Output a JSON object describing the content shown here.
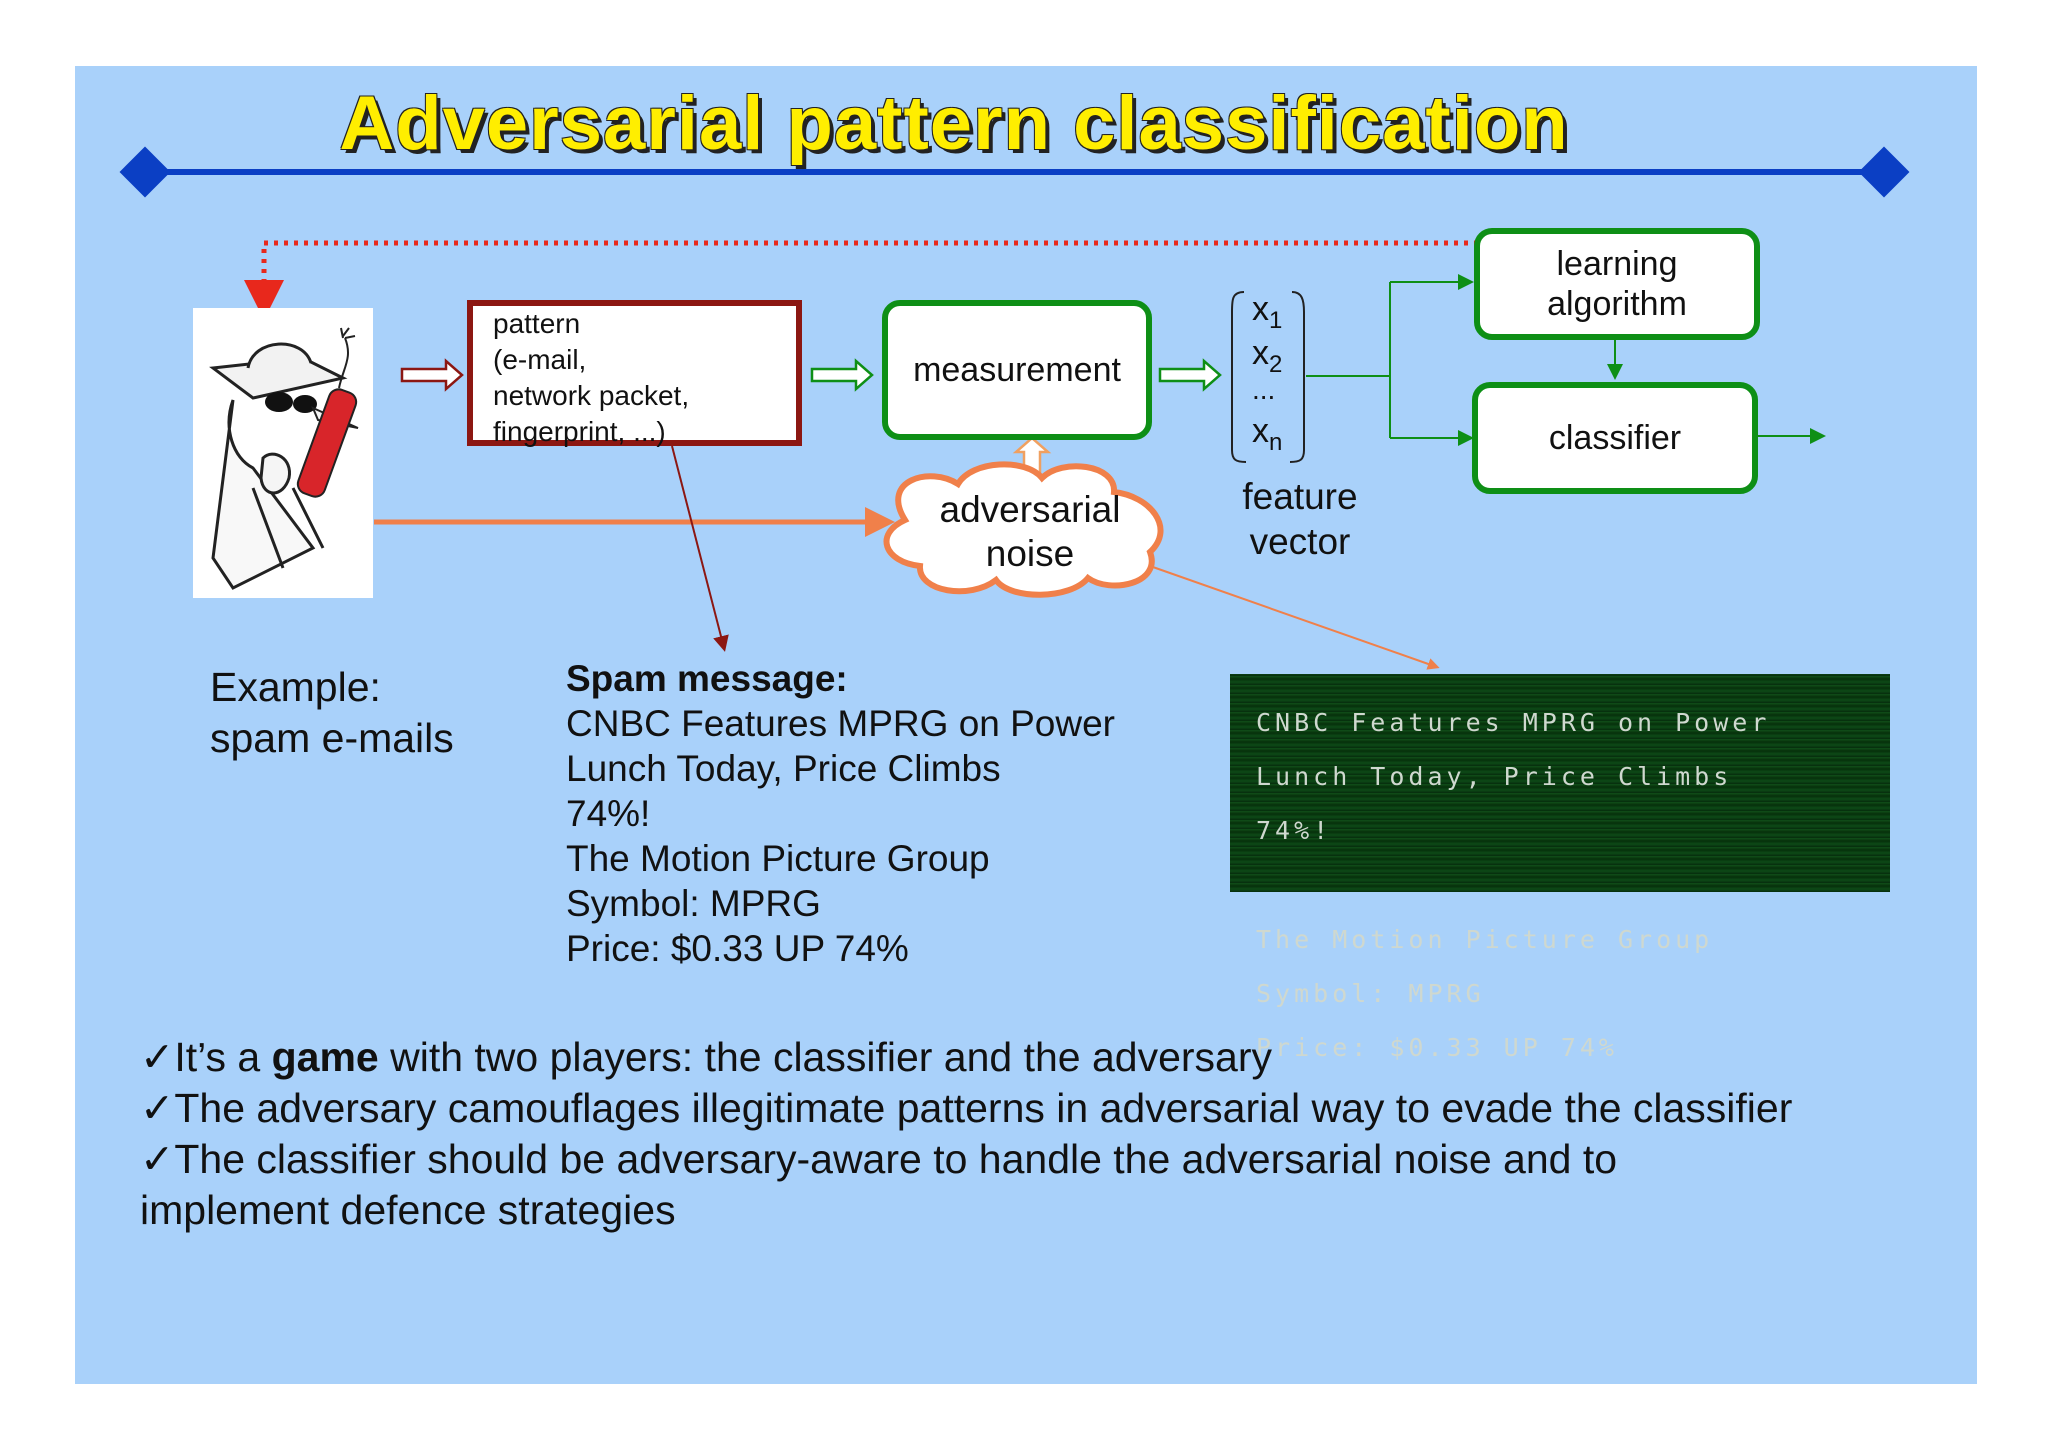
{
  "slide": {
    "title": "Adversarial pattern classification",
    "colors": {
      "background": "#a9d1fa",
      "title": "#ffee00",
      "rule": "#0b3fc4",
      "green_box": "#0e8f16",
      "red_box": "#8c1712",
      "attack_arrow": "#f0804a",
      "feedback": "#e8281c"
    }
  },
  "diagram": {
    "pattern_box": [
      "pattern",
      "(e-mail,",
      "network packet,",
      "fingerprint, ...)"
    ],
    "measurement": "measurement",
    "noise": [
      "adversarial",
      "noise"
    ],
    "feature_vector": {
      "elements": [
        {
          "base": "x",
          "sub": "1"
        },
        {
          "base": "x",
          "sub": "2"
        },
        {
          "base": "...",
          "sub": ""
        },
        {
          "base": "x",
          "sub": "n"
        }
      ],
      "caption": [
        "feature",
        "vector"
      ]
    },
    "learning_algorithm": [
      "learning",
      "algorithm"
    ],
    "classifier": "classifier",
    "adversary_icon": "spy-with-dynamite-icon"
  },
  "example": [
    "Example:",
    "spam e-mails"
  ],
  "spam": {
    "heading": "Spam message:",
    "lines": [
      "CNBC Features MPRG on Power",
      "Lunch Today, Price Climbs",
      "74%!",
      "The Motion Picture Group",
      "Symbol: MPRG",
      "Price: $0.33 UP 74%"
    ]
  },
  "image_spam": {
    "lines_a": [
      "CNBC Features MPRG on Power",
      "Lunch Today, Price Climbs",
      "74%!"
    ],
    "lines_b": [
      "The Motion Picture Group",
      "Symbol: MPRG",
      "Price: $0.33 UP 74%"
    ]
  },
  "bullets": {
    "check": "✓",
    "b1_pre": "It’s a ",
    "b1_bold": "game",
    "b1_post": " with two players: the classifier and the adversary",
    "b2": "The adversary camouflages illegitimate patterns in adversarial way to evade the classifier",
    "b3_line1": "The classifier should be adversary-aware to handle the adversarial noise and to",
    "b3_line2": "implement defence strategies"
  }
}
